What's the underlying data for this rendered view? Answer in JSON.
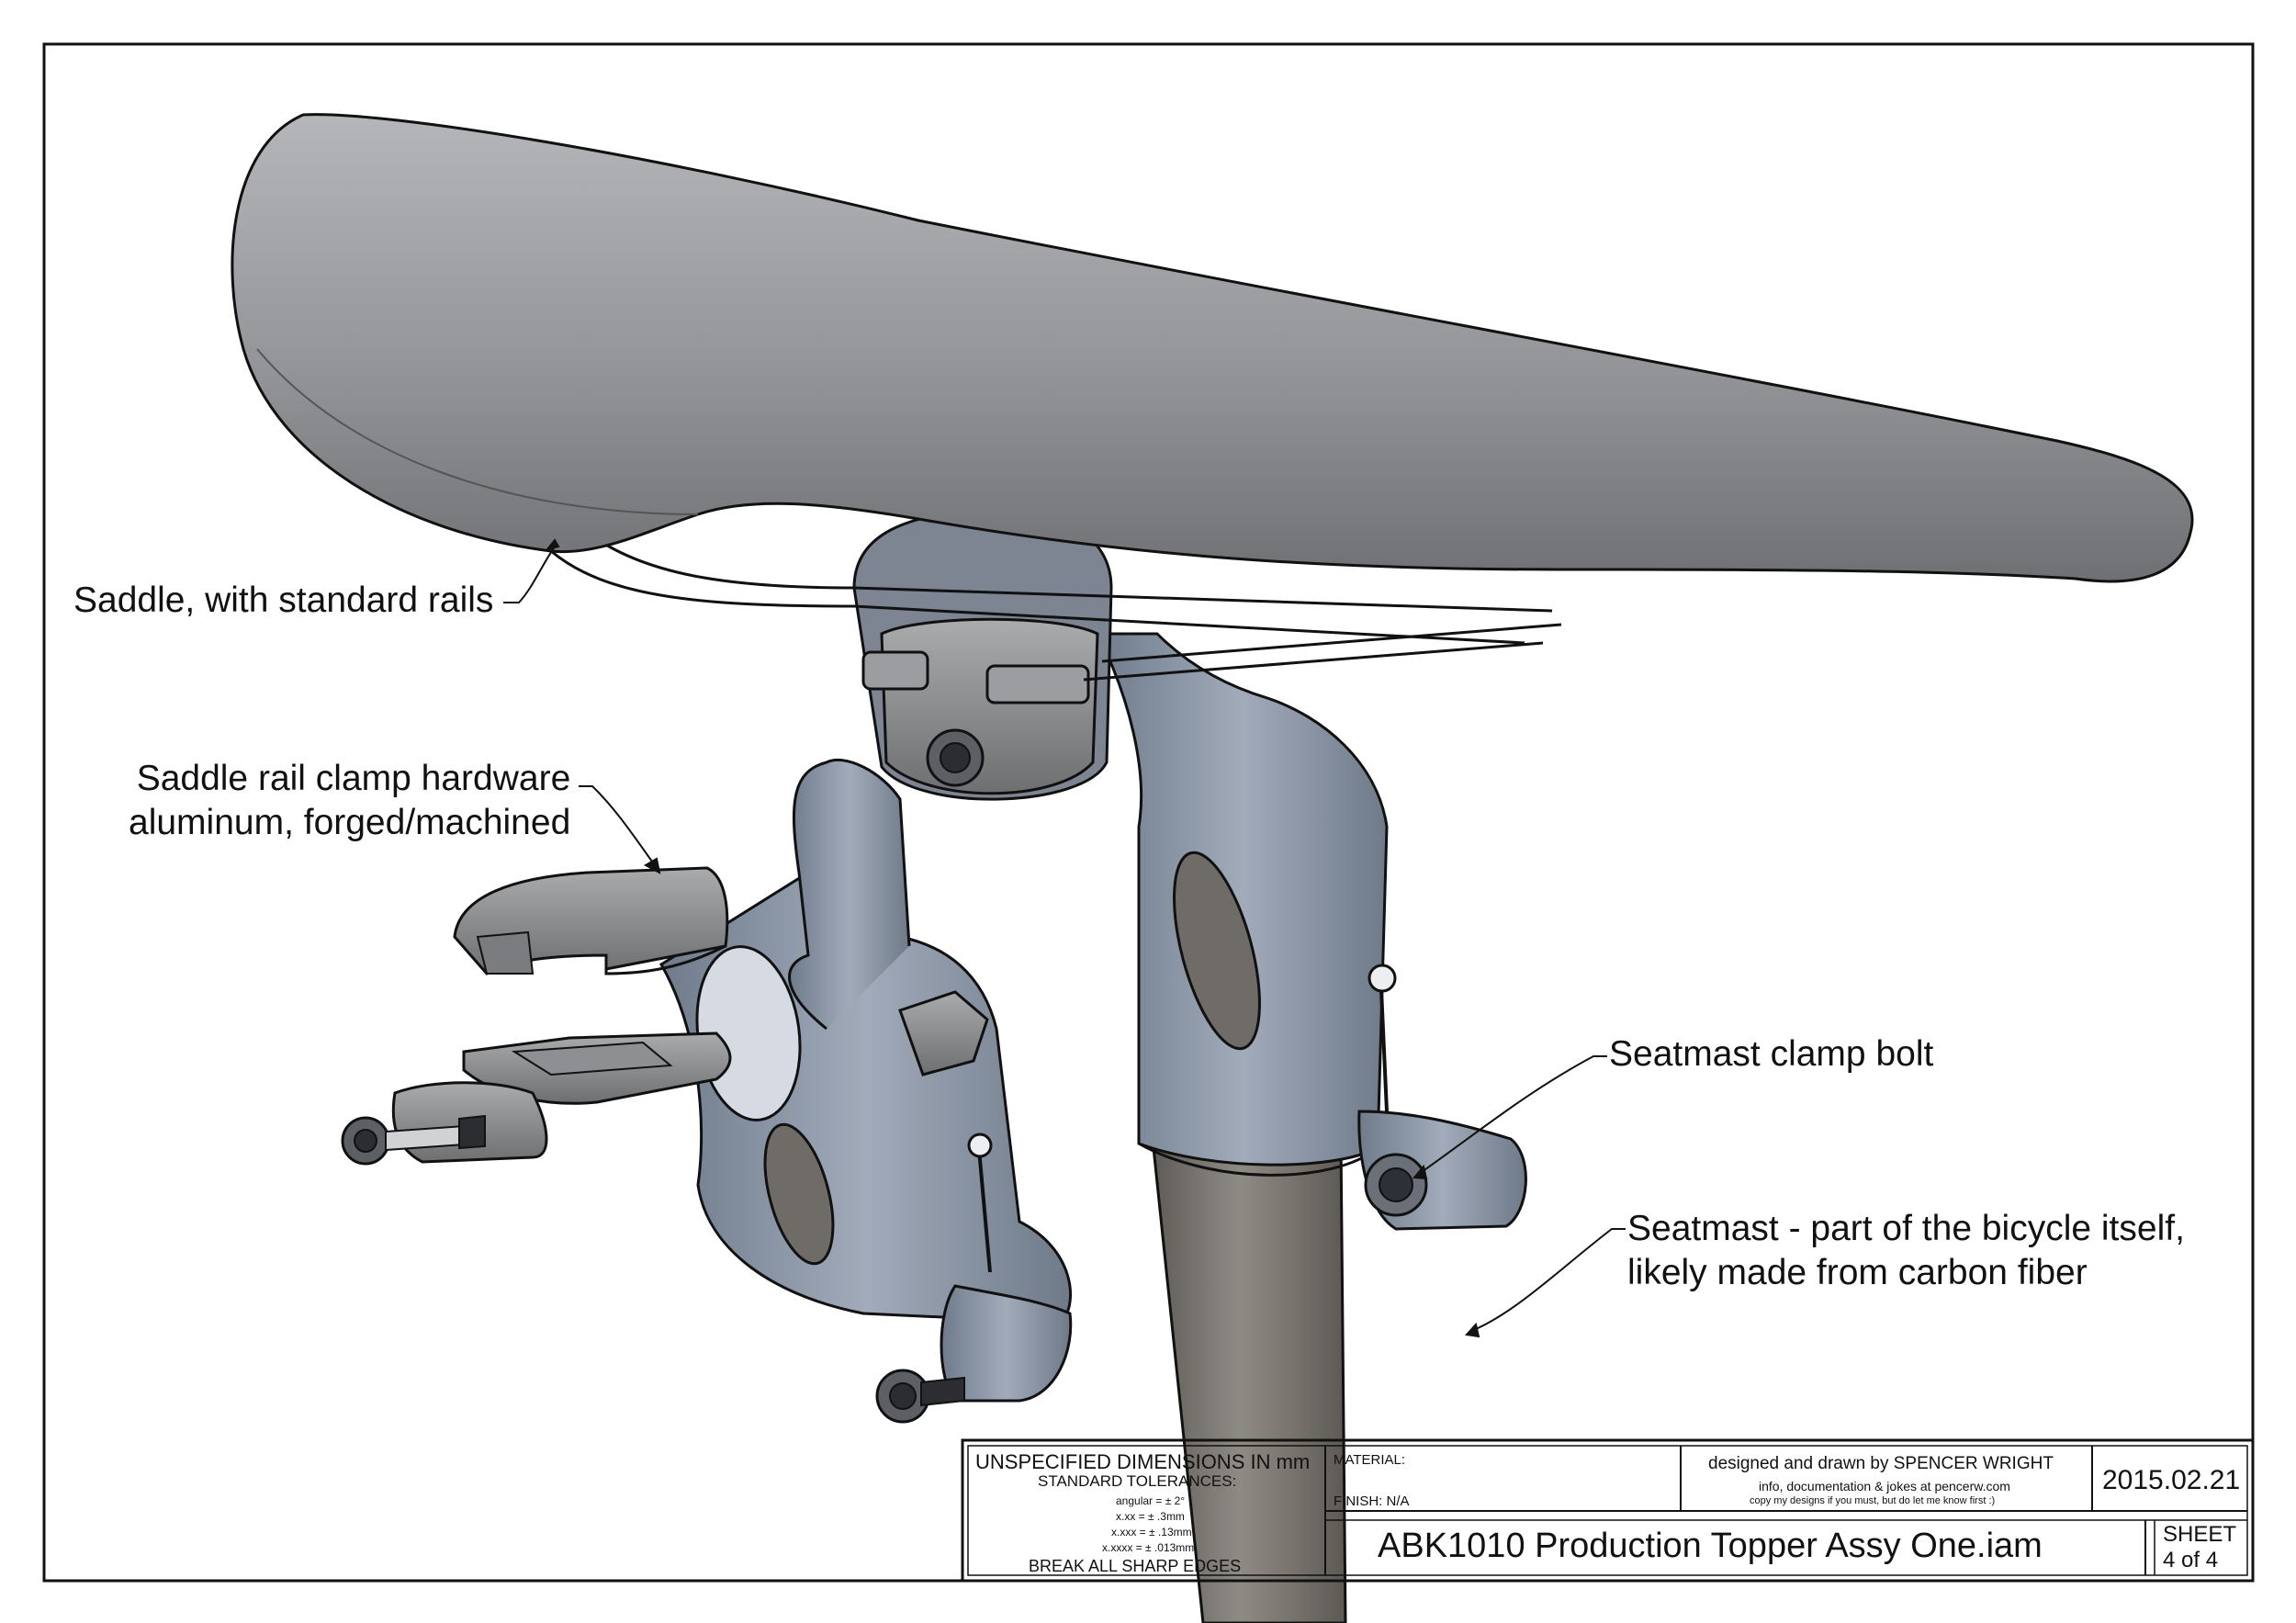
{
  "callouts": {
    "saddle": "Saddle, with standard rails",
    "clamp_hardware": {
      "line1": "Saddle rail clamp hardware",
      "line2": "aluminum, forged/machined"
    },
    "clamp_bolt": "Seatmast clamp bolt",
    "seatmast": {
      "line1": "Seatmast - part of the bicycle itself,",
      "line2": "likely made from carbon fiber"
    }
  },
  "title_block": {
    "dimensions_heading": "UNSPECIFIED DIMENSIONS IN mm",
    "tolerances_heading": "STANDARD TOLERANCES:",
    "tolerances": [
      "angular = ± 2°",
      "x.xx = ± .3mm",
      "x.xxx = ± .13mm",
      "x.xxxx = ± .013mm"
    ],
    "edges_note": "BREAK ALL SHARP EDGES",
    "material_label": "MATERIAL:",
    "finish_label": "FINISH: N/A",
    "designer": "designed and drawn by SPENCER WRIGHT",
    "info": "info, documentation & jokes at pencerw.com",
    "copy_note": "copy my designs if you must, but do let me know first :)",
    "date": "2015.02.21",
    "drawing_title": "ABK1010 Production Topper Assy One.iam",
    "sheet_label": "SHEET",
    "sheet_number": "4 of 4"
  },
  "colors": {
    "saddle": "#8f9194",
    "clamp_parts": "#8b97a8",
    "seatmast": "#7b7772",
    "outline": "#111111"
  }
}
